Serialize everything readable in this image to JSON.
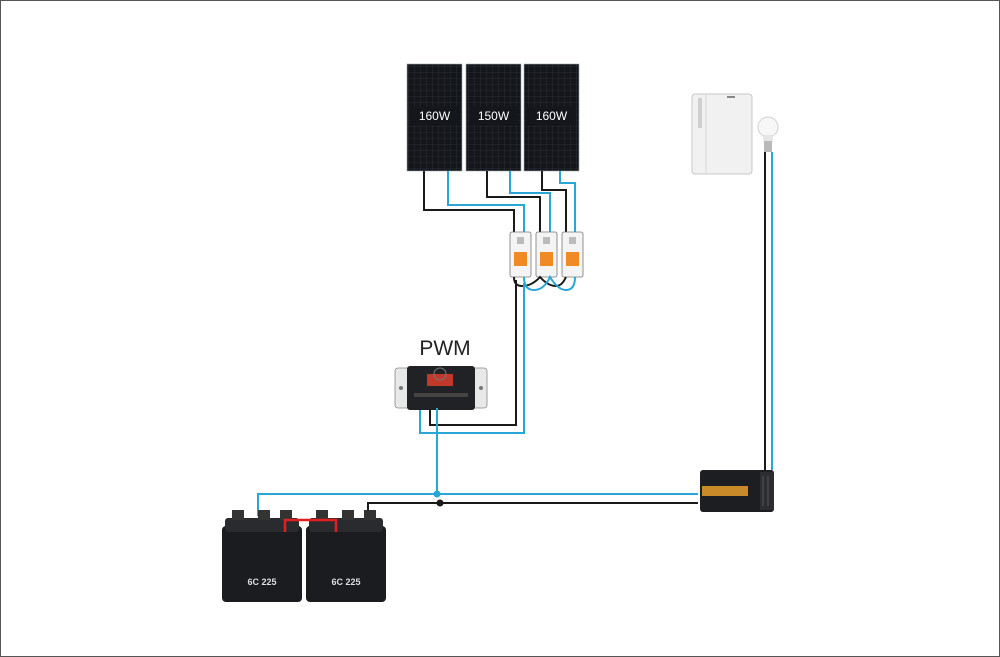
{
  "colors": {
    "wire_positive": "#2aa6d6",
    "wire_negative": "#1a1a1a",
    "battery_link": "#e02020",
    "panel_dark": "#15161c",
    "breaker_orange": "#f08a24"
  },
  "solar_panels": [
    {
      "label": "160W"
    },
    {
      "label": "150W"
    },
    {
      "label": "160W"
    }
  ],
  "charge_controller": {
    "label": "PWM",
    "icon": "pwm-controller-icon"
  },
  "batteries": [
    {
      "label": "6C 225",
      "icon": "battery-icon"
    },
    {
      "label": "6C 225",
      "icon": "battery-icon"
    }
  ],
  "breakers": {
    "count": 3,
    "icon": "circuit-breaker-icon"
  },
  "inverter": {
    "icon": "inverter-icon"
  },
  "loads": [
    {
      "icon": "refrigerator-icon"
    },
    {
      "icon": "light-bulb-icon"
    }
  ]
}
